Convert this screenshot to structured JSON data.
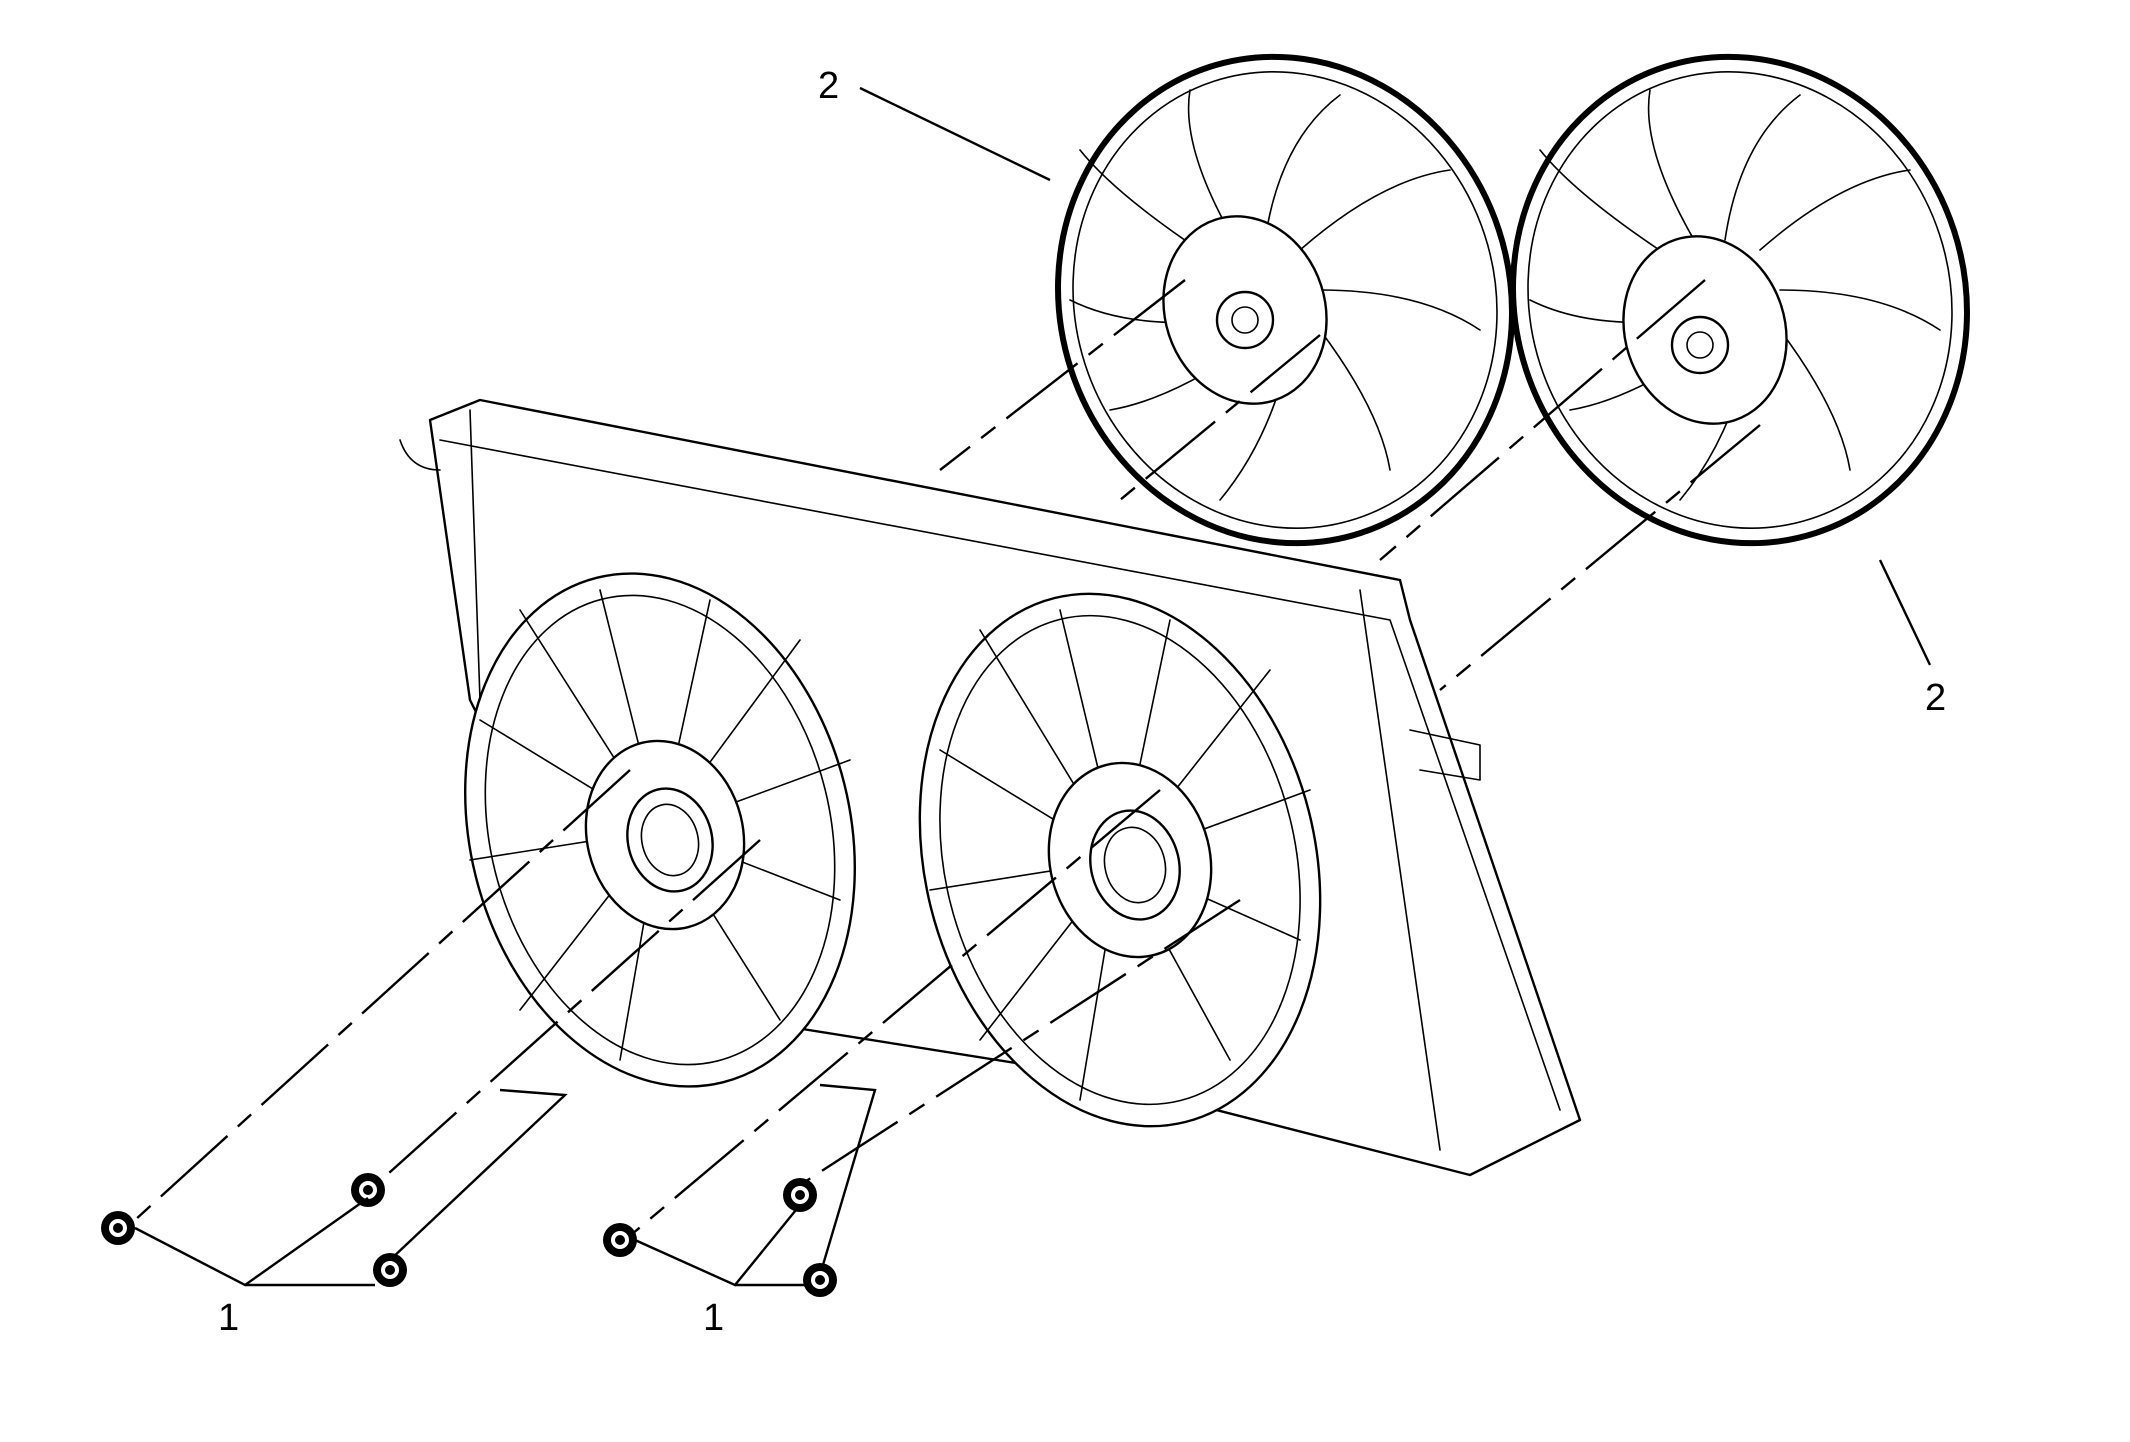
{
  "callouts": {
    "fasteners_left": "1",
    "fasteners_right": "1",
    "fan_upper": "2",
    "fan_lower": "2"
  }
}
